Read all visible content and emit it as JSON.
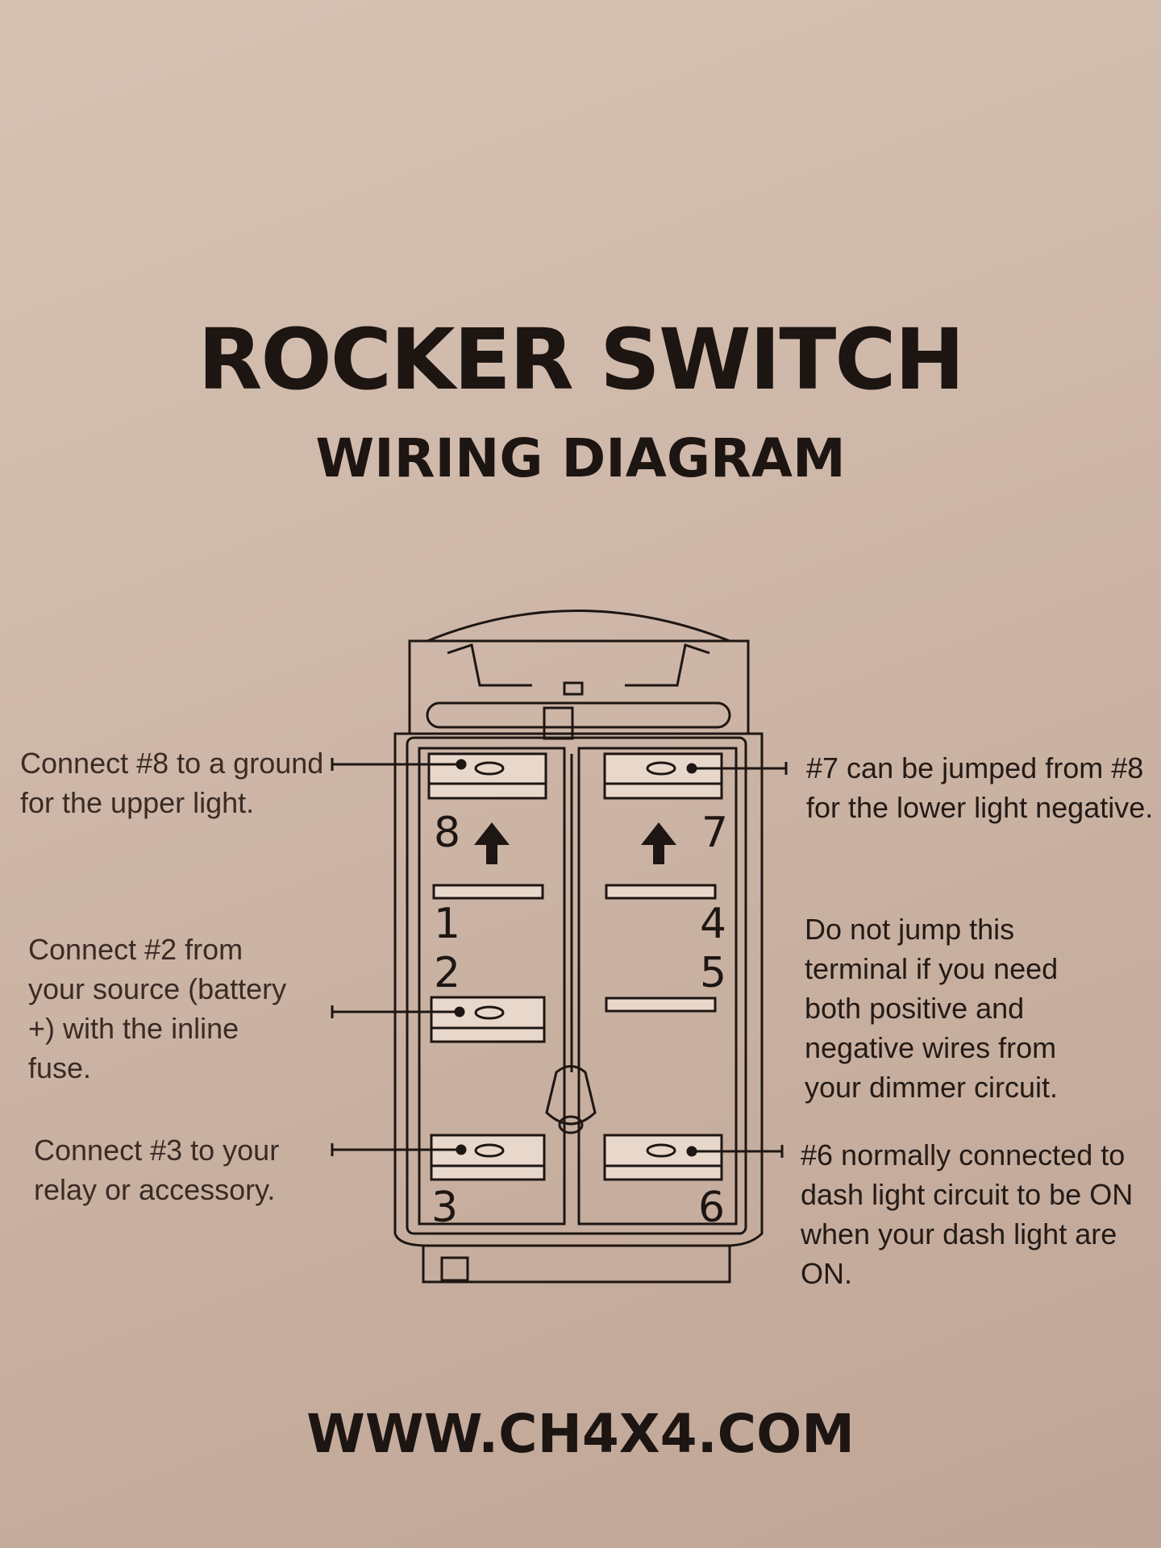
{
  "title": "ROCKER SWITCH",
  "subtitle": "WIRING DIAGRAM",
  "notes": {
    "pin8": "Connect #8 to a ground for the upper light.",
    "pin2": "Connect #2 from your source (battery +) with the inline fuse.",
    "pin3": "Connect #3 to your relay or accessory.",
    "pin7": "#7 can be jumped from #8 for the lower light negative.",
    "pin5": "Do not jump this terminal if you need both positive and negative wires from your dimmer circuit.",
    "pin6": "#6 normally connected to dash light circuit to be ON when your dash light are ON."
  },
  "pins": {
    "p8": "8",
    "p7": "7",
    "p1": "1",
    "p2": "2",
    "p4": "4",
    "p5": "5",
    "p3": "3",
    "p6": "6"
  },
  "website": "WWW.CH4X4.COM",
  "colors": {
    "ink": "#1e1613",
    "paper": "#d2bdae",
    "terminal_fill": "#e8d8cc"
  },
  "icons": [
    "up-arrow-icon"
  ]
}
